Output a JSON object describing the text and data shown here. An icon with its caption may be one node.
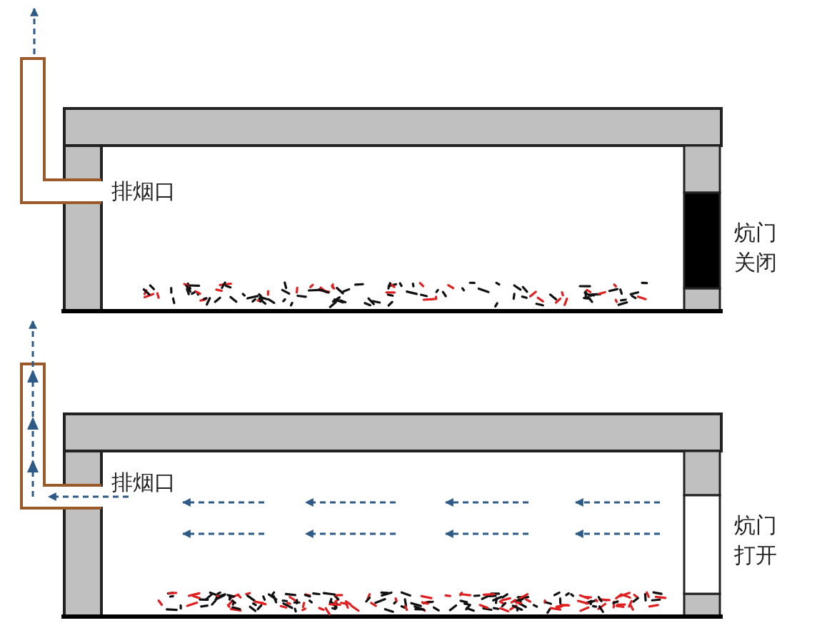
{
  "diagram": {
    "labels": [
      "排烟口",
      "炕门关闭",
      "排烟口",
      "炕门打开"
    ]
  }
}
